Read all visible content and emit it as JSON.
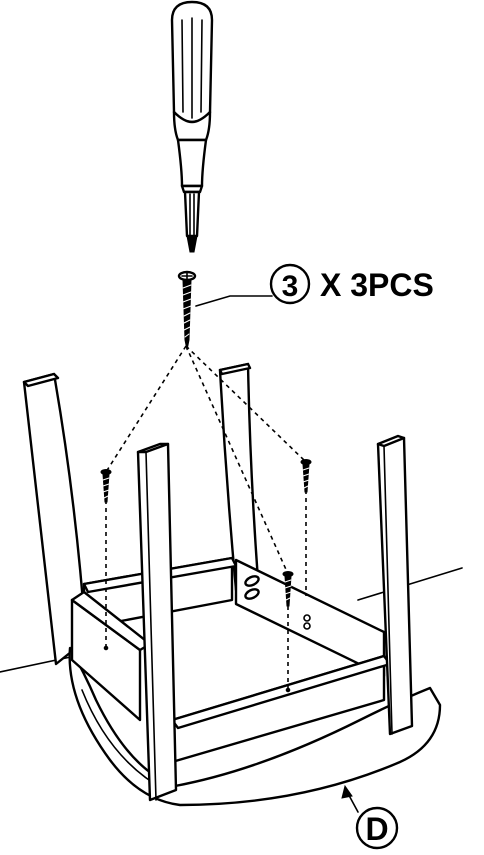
{
  "callout": {
    "screw_number": "3",
    "quantity_text": "X 3PCS"
  },
  "parts": {
    "seat_label": "D"
  }
}
